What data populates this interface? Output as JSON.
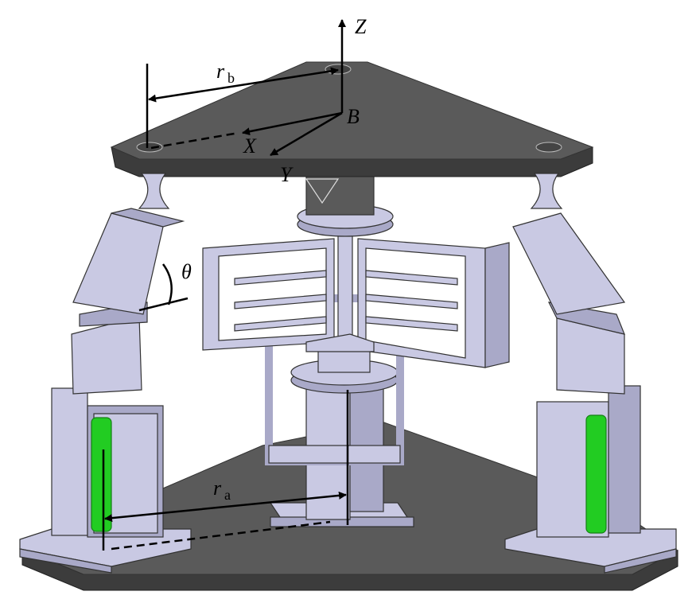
{
  "labels": {
    "z_axis": "Z",
    "x_axis": "X",
    "y_axis": "Y",
    "origin": "B",
    "theta": "θ",
    "r_b_main": "r",
    "r_b_sub": "b",
    "r_a_main": "r",
    "r_a_sub": "a"
  },
  "colors": {
    "plate": "#5a5a5a",
    "plate_edge": "#3c3c3c",
    "part": "#c9c9e3",
    "part_shade": "#a9a9c8",
    "actuator": "#22cc22"
  }
}
